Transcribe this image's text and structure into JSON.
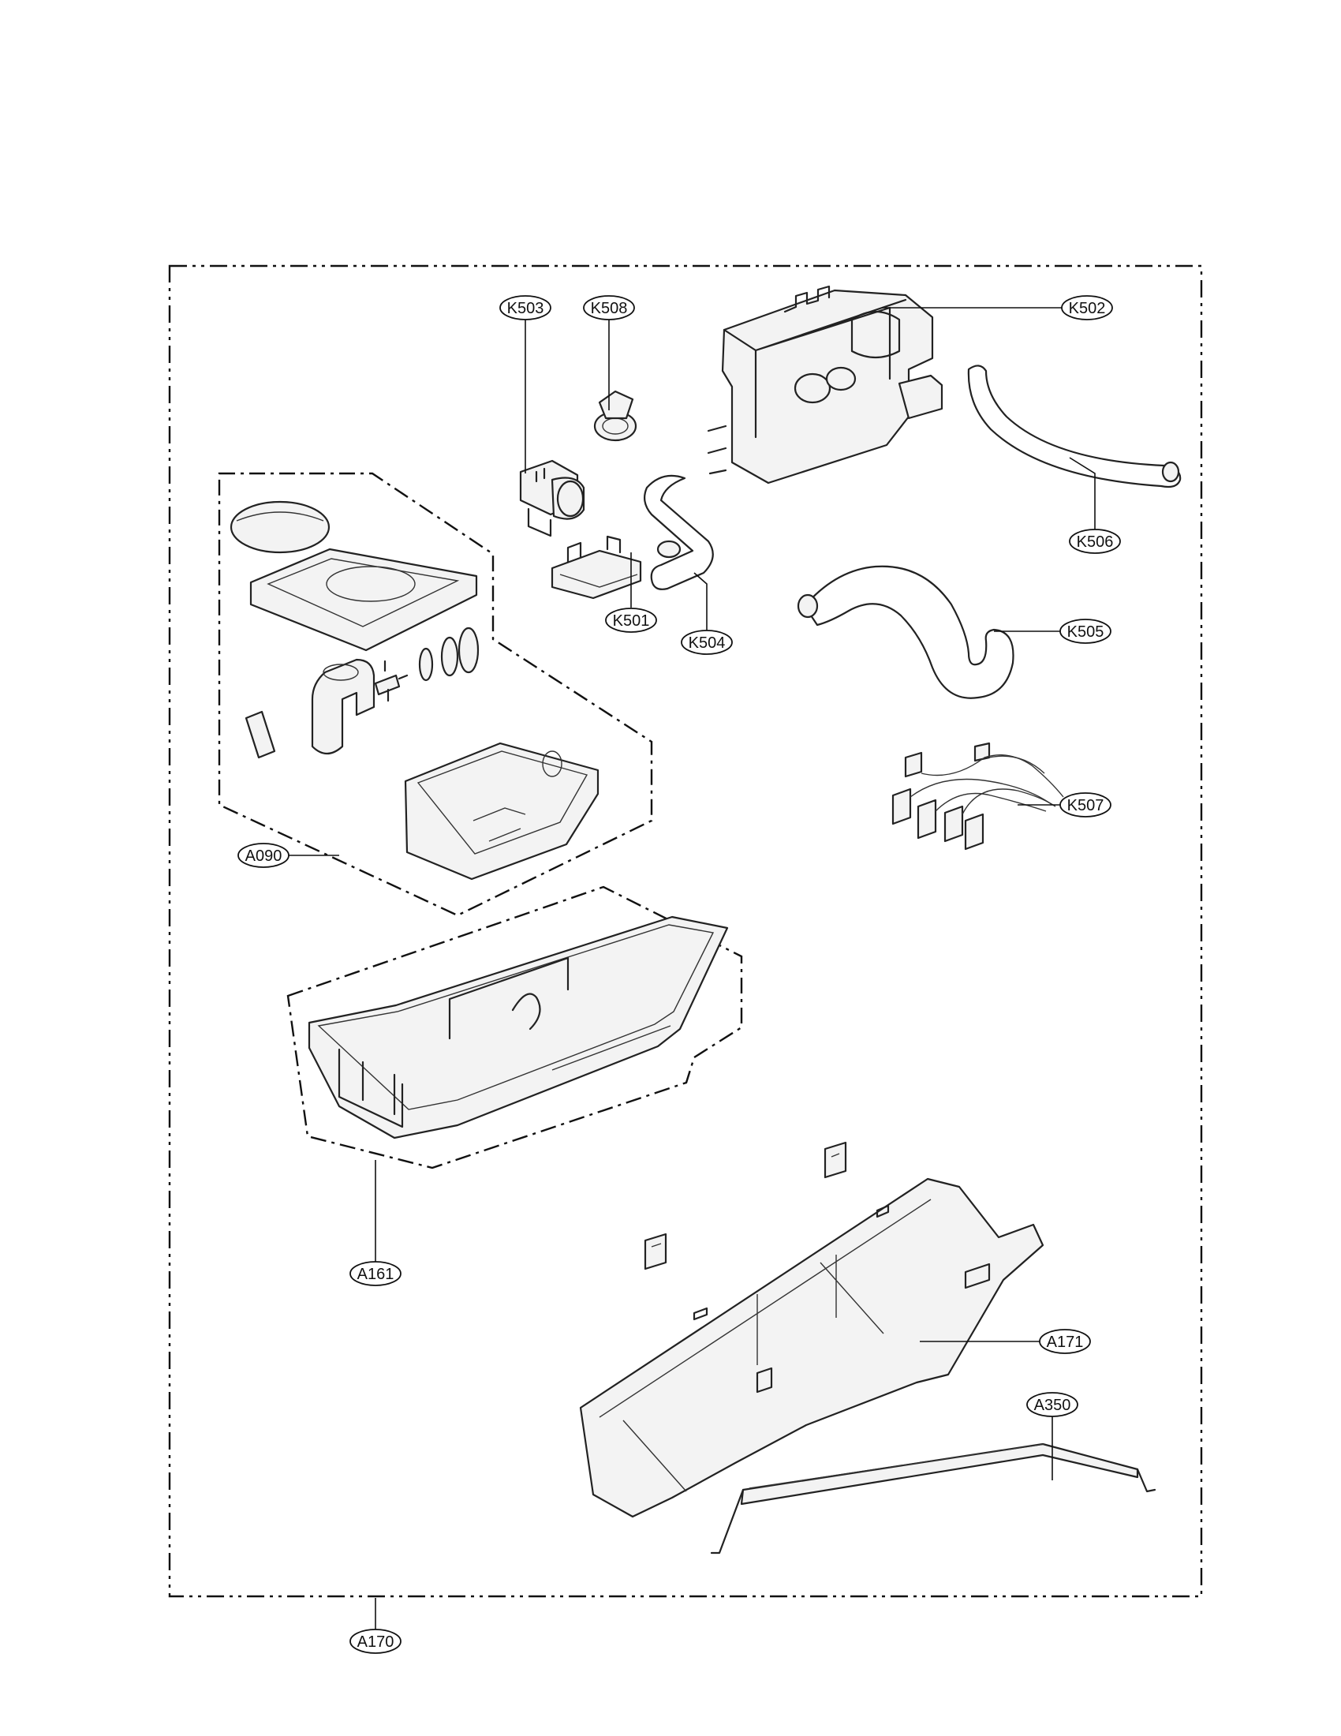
{
  "diagram": {
    "title": "",
    "callouts": {
      "k503": "K503",
      "k508": "K508",
      "k502": "K502",
      "k506": "K506",
      "k501": "K501",
      "k504": "K504",
      "k505": "K505",
      "k507": "K507",
      "a090": "A090",
      "a161": "A161",
      "a171": "A171",
      "a350": "A350",
      "a170": "A170"
    }
  }
}
